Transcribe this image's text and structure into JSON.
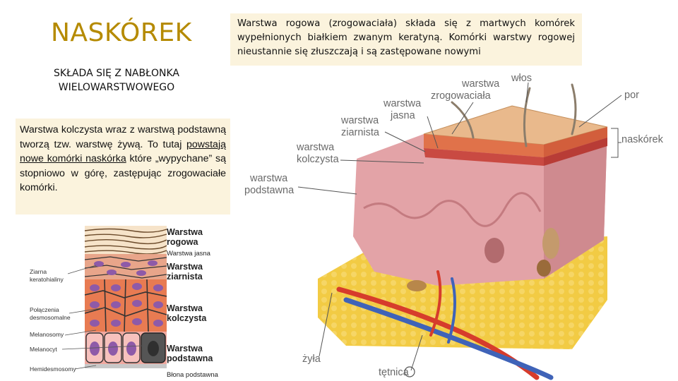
{
  "title": "NASKÓREK",
  "subtitle": "SKŁADA SIĘ Z NABŁONKA WIELOWARSTWOWEGO",
  "left_text": {
    "part1": "Warstwa kolczysta wraz z warstwą podstawną tworzą tzw. warstwę żywą. To tutaj ",
    "underlined": "powstają nowe komórki naskórka",
    "part2": " które „wypychane” są stopniowo w górę, zastępując zrogowaciałe komórki."
  },
  "right_text": "Warstwa rogowa (zrogowaciała) składa się z martwych komórek wypełnionych białkiem zwanym keratyną. Komórki warstwy rogowej nieustannie się złuszczają i są zastępowane nowymi",
  "diagram_small": {
    "labels_right": {
      "rogowa": [
        "Warstwa",
        "rogowa"
      ],
      "jasna": "Warstwa jasna",
      "ziarnista": [
        "Warstwa",
        "ziarnista"
      ],
      "kolczysta": [
        "Warstwa",
        "kolczysta"
      ],
      "podstawna": [
        "Warstwa",
        "podstawna"
      ],
      "blona": "Błona podstawna"
    },
    "labels_left": {
      "ziarna": [
        "Ziarna",
        "keratohialiny"
      ],
      "polaczenia": [
        "Połączenia",
        "desmosomalne"
      ],
      "melanosomy": "Melanosomy",
      "melanocyt": "Melanocyt",
      "hemidesmosomy": "Hemidesmosomy"
    }
  },
  "diagram_large": {
    "labels": {
      "zrogowaciala": [
        "warstwa",
        "zrogowaciała"
      ],
      "wlos": "włos",
      "por": "por",
      "jasna": [
        "warstwa",
        "jasna"
      ],
      "ziarnista": [
        "warstwa",
        "ziarnista"
      ],
      "naskorek": "naskórek",
      "kolczysta": [
        "warstwa",
        "kolczysta"
      ],
      "podstawna": [
        "warstwa",
        "podstawna"
      ],
      "zyla": "żyła",
      "tetnica": "tętnica"
    },
    "colors": {
      "label": "#6a6a6a",
      "epidermis_top": "#e9b98c",
      "dermis": "#e3a3a7",
      "fat": "#f2cb44",
      "artery": "#d63c2c",
      "vein": "#3f63b8"
    }
  }
}
